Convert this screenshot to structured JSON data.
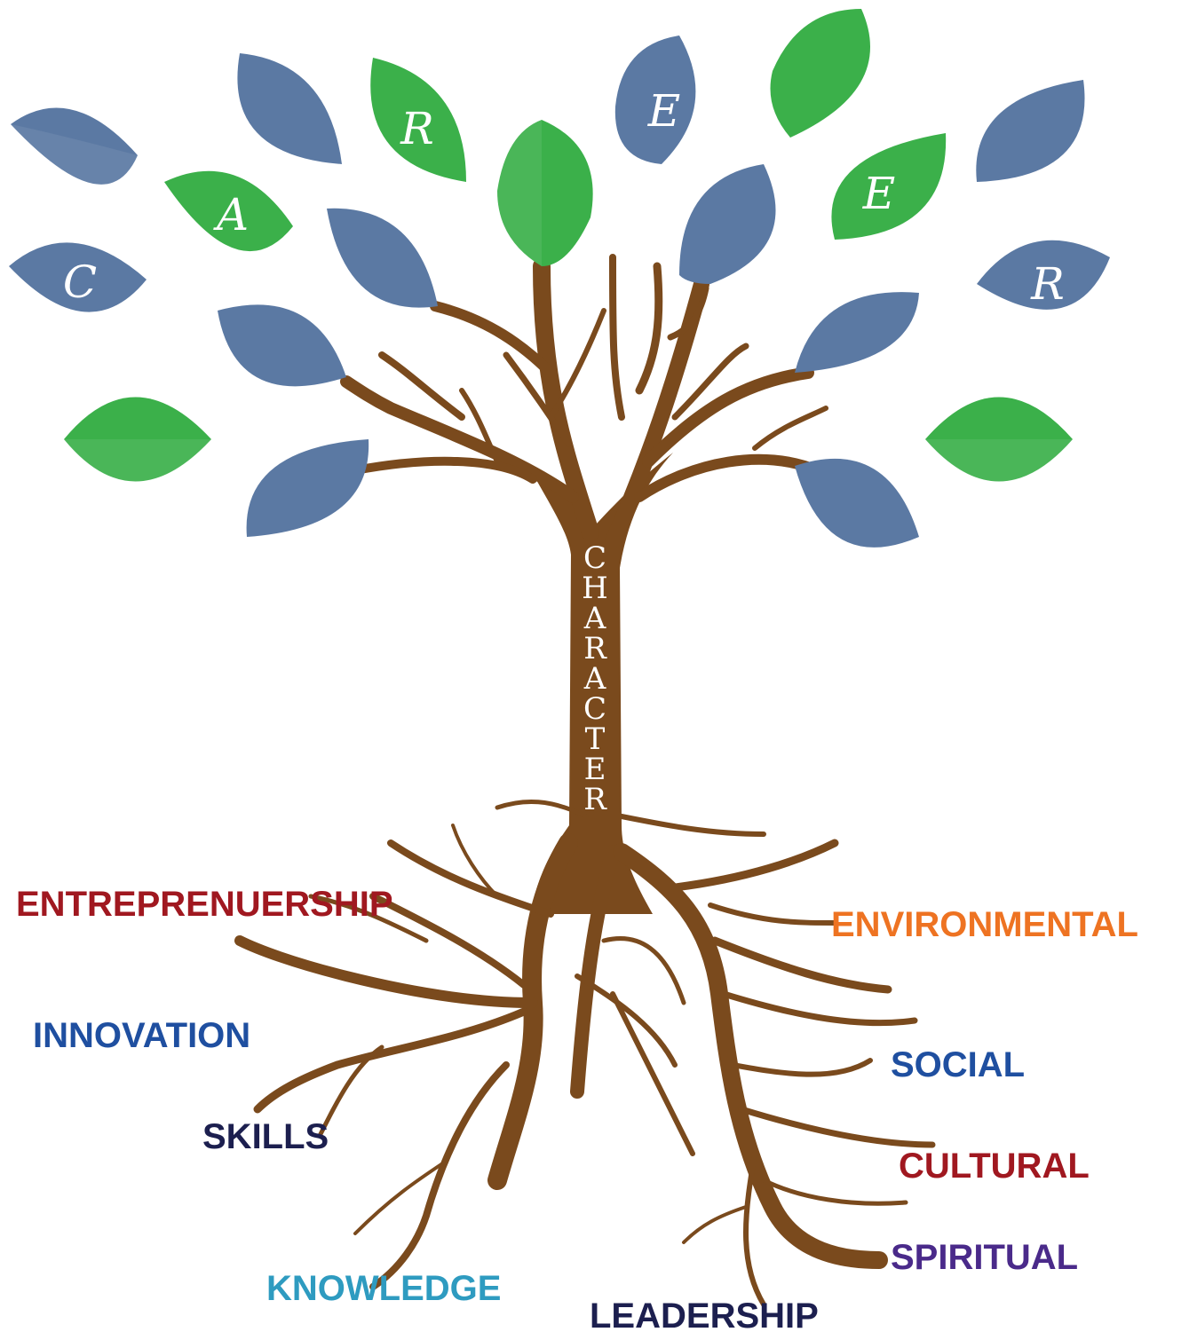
{
  "leaf_word": [
    "C",
    "A",
    "R",
    "E",
    "E",
    "R"
  ],
  "trunk_word": "CHARACTER",
  "root_labels": [
    {
      "text": "ENTREPRENUERSHIP",
      "color": "#a01820"
    },
    {
      "text": "INNOVATION",
      "color": "#1f4fa0"
    },
    {
      "text": "SKILLS",
      "color": "#1c1f4f"
    },
    {
      "text": "KNOWLEDGE",
      "color": "#2e9bc0"
    },
    {
      "text": "LEADERSHIP",
      "color": "#1c1f4f"
    },
    {
      "text": "ENVIRONMENTAL",
      "color": "#ee7322"
    },
    {
      "text": "SOCIAL",
      "color": "#1f4fa0"
    },
    {
      "text": "CULTURAL",
      "color": "#a01820"
    },
    {
      "text": "SPIRITUAL",
      "color": "#4a2a8a"
    }
  ],
  "colors": {
    "branch": "#7a4a1d",
    "leaf_blue": "#5b79a3",
    "leaf_green": "#3bb04a"
  }
}
